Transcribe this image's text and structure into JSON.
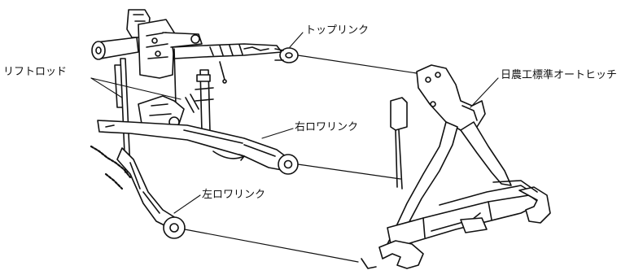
{
  "labels": {
    "top_link": "トップリンク",
    "lift_rod": "リフトロッド",
    "right_lower_link": "右ロワリンク",
    "left_lower_link": "左ロワリンク",
    "auto_hitch": "日農工標準オートヒッチ"
  }
}
